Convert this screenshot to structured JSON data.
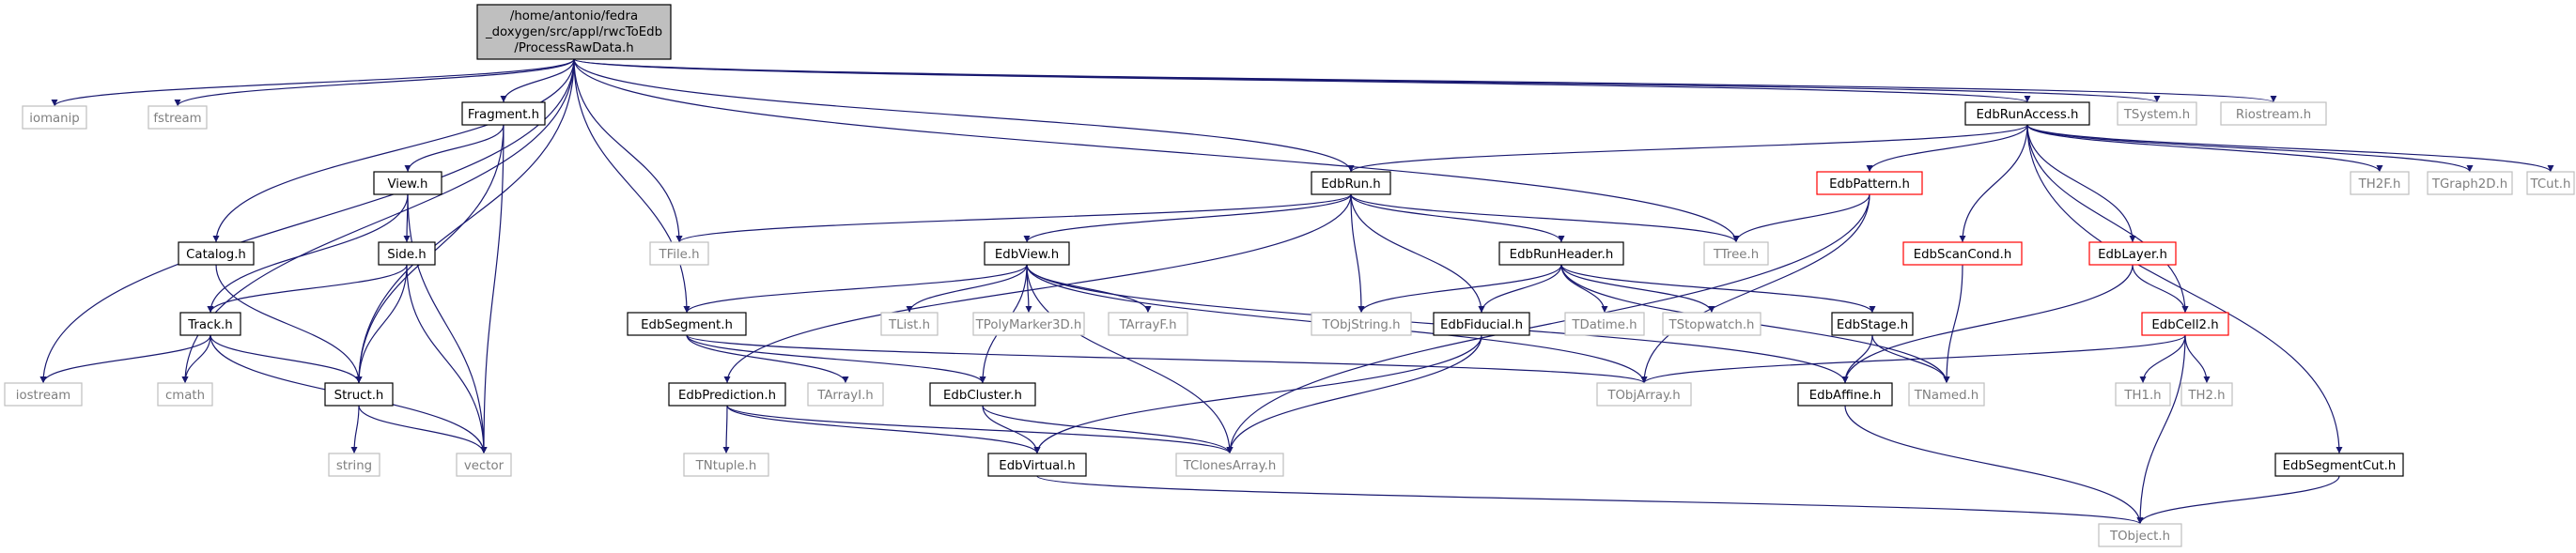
{
  "graph": {
    "root": [
      "/home/antonio/fedra",
      "_doxygen/src/appl/rwcToEdb",
      "/ProcessRawData.h"
    ],
    "nodes": {
      "root": "/home/antonio/fedra_doxygen/src/appl/rwcToEdb/ProcessRawData.h",
      "iomanip": "iomanip",
      "fstream": "fstream",
      "fragment": "Fragment.h",
      "view": "View.h",
      "side": "Side.h",
      "catalog": "Catalog.h",
      "track": "Track.h",
      "struct": "Struct.h",
      "iostream": "iostream",
      "cmath": "cmath",
      "string": "string",
      "vector": "vector",
      "tfile": "TFile.h",
      "edbsegment": "EdbSegment.h",
      "edbprediction": "EdbPrediction.h",
      "tntuple": "TNtuple.h",
      "tarrayi": "TArrayI.h",
      "edbcluster": "EdbCluster.h",
      "edbvirtual": "EdbVirtual.h",
      "tclonesarray": "TClonesArray.h",
      "edbview": "EdbView.h",
      "tlist": "TList.h",
      "tpolymarker3d": "TPolyMarker3D.h",
      "tarrayf": "TArrayF.h",
      "edbrun": "EdbRun.h",
      "tobjstring": "TObjString.h",
      "edbfiducial": "EdbFiducial.h",
      "edbrunheader": "EdbRunHeader.h",
      "tdatime": "TDatime.h",
      "tstopwatch": "TStopwatch.h",
      "edbstage": "EdbStage.h",
      "ttree": "TTree.h",
      "tobjarray": "TObjArray.h",
      "edbaffine": "EdbAffine.h",
      "tnamed": "TNamed.h",
      "tobject": "TObject.h",
      "edbrunaccess": "EdbRunAccess.h",
      "edbpattern": "EdbPattern.h",
      "edbscancond": "EdbScanCond.h",
      "edblayer": "EdbLayer.h",
      "edbcell2": "EdbCell2.h",
      "th1": "TH1.h",
      "th2": "TH2.h",
      "edbsegmentcut": "EdbSegmentCut.h",
      "tsystem": "TSystem.h",
      "riostream": "Riostream.h",
      "th2f": "TH2F.h",
      "tgraph2d": "TGraph2D.h",
      "tcut": "TCut.h"
    }
  },
  "colors": {
    "edge": "#191970",
    "root_fill": "#bfbfbf",
    "node_stroke": "#000000",
    "external_stroke": "#bfbfbf",
    "incomplete_stroke": "#ff0000",
    "external_text": "#7f7f7f"
  }
}
